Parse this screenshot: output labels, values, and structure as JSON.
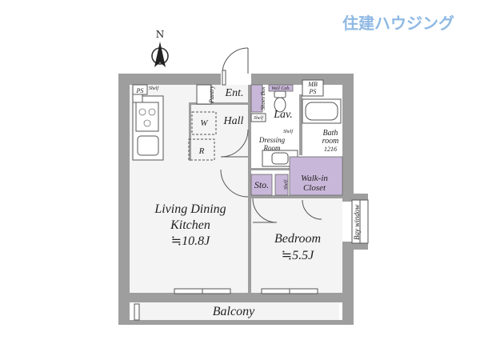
{
  "brand": {
    "name": "住建ハウジング"
  },
  "compass": {
    "label": "N"
  },
  "rooms": {
    "ldk_title1": "Living Dining",
    "ldk_title2": "Kitchen",
    "ldk_area": "≒10.8J",
    "bedroom_title": "Bedroom",
    "bedroom_area": "≒5.5J",
    "balcony": "Balcony",
    "entrance": "Ent.",
    "hall": "Hall",
    "lavatory": "Lav.",
    "dressing1": "Dressing",
    "dressing2": "Room",
    "bath1": "Bath",
    "bath2": "room",
    "bath_size": "1216",
    "storage": "Sto.",
    "walkin1": "Walk-in",
    "walkin2": "Closet",
    "pantry": "Pantry",
    "shoes_box": "Shoes Box",
    "wall_cab": "Wall Cab.",
    "mb": "MB",
    "ps_top": "PS",
    "ps_left": "PS",
    "shelf_kitchen": "Shelf",
    "shelf_dress": "Shelf",
    "shelf_sto": "Shelf",
    "shelf_hall": "Shelf",
    "washer": "W",
    "fridge": "R",
    "bay_window": "Bay window"
  }
}
